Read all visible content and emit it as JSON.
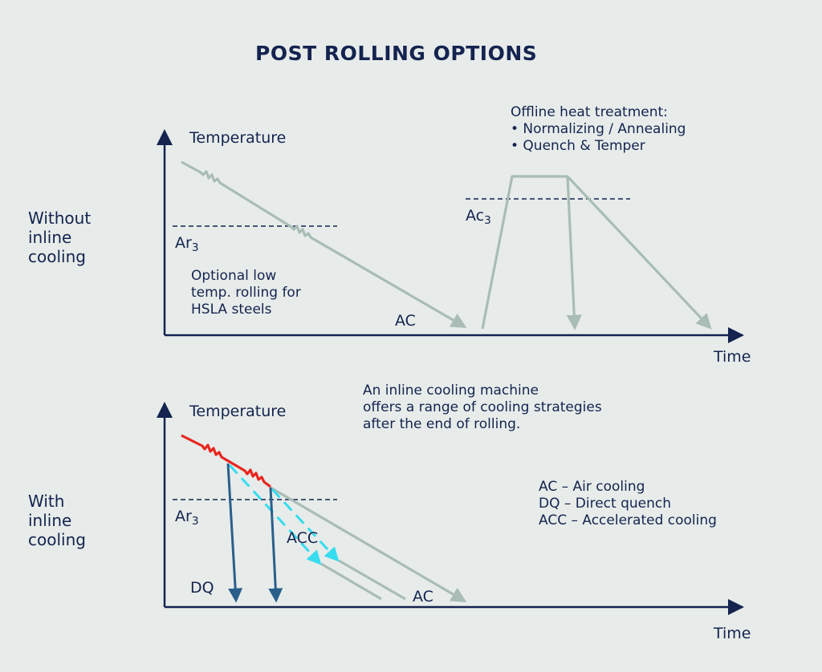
{
  "title": "POST ROLLING OPTIONS",
  "top_panel": {
    "row_label": [
      "Without",
      "inline",
      "cooling"
    ],
    "y_axis_label": "Temperature",
    "x_axis_label": "Time",
    "threshold_label": "Ar",
    "threshold_sub": "3",
    "threshold2_label": "Ac",
    "threshold2_sub": "3",
    "note": [
      "Optional low",
      "temp. rolling for",
      "HSLA steels"
    ],
    "ac_label": "AC",
    "offline_title": "Offline heat treatment:",
    "offline_items": [
      "• Normalizing / Annealing",
      "• Quench & Temper"
    ]
  },
  "bottom_panel": {
    "row_label": [
      "With",
      "inline",
      "cooling"
    ],
    "y_axis_label": "Temperature",
    "x_axis_label": "Time",
    "threshold_label": "Ar",
    "threshold_sub": "3",
    "intro": [
      "An inline cooling machine",
      "offers a range of cooling strategies",
      "after the end of rolling."
    ],
    "dq_label": "DQ",
    "acc_label": "ACC",
    "ac_label": "AC",
    "legend": [
      "AC – Air cooling",
      "DQ – Direct quench",
      "ACC – Accelerated cooling"
    ]
  },
  "colors": {
    "background": "#e7ecea",
    "text": "#14234f",
    "axis": "#14234f",
    "air_cooling_line": "#a9bcb5",
    "rolling_line": "#e8261f",
    "accelerated_cooling_line": "#37dcef",
    "direct_quench_line": "#2a5f8c"
  }
}
